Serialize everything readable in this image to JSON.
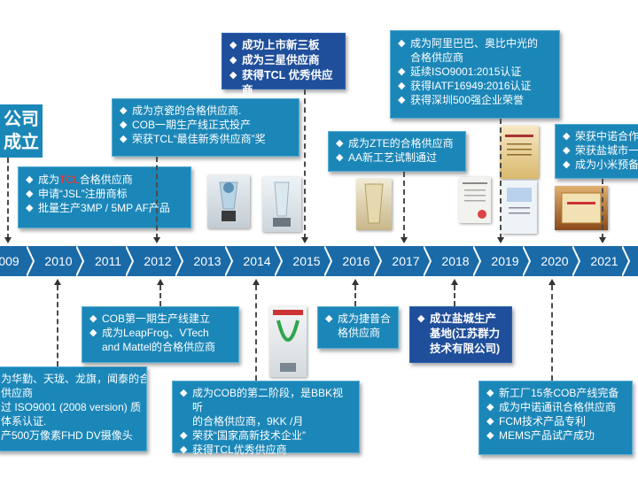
{
  "company_box": {
    "line1": "公司",
    "line2": "成立"
  },
  "years": [
    "009",
    "2010",
    "2011",
    "2012",
    "2013",
    "2014",
    "2015",
    "2016",
    "2017",
    "2018",
    "2019",
    "2020",
    "2021"
  ],
  "top_boxes": {
    "b2010": [
      "成为",
      "TCL",
      "合格供应商",
      "申请“JSL”注册商标",
      "批量生产3MP / 5MP AF产品"
    ],
    "b2012": [
      "成为京瓷的合格供应商.",
      "COB一期生产线正式投产",
      "荣获TCL“最佳新秀供应商”奖"
    ],
    "b2015": [
      "成功上市新三板",
      "成为三星供应商",
      "获得TCL 优秀供应商"
    ],
    "b2017": [
      "成为ZTE的合格供应商",
      "AA新工艺试制通过"
    ],
    "b2019_l1": "成为阿里巴巴、奥比中光的",
    "b2019_l2": "合格供应商",
    "b2019": [
      "延续ISO9001:2015认证",
      "获得IATF16949:2016认证",
      "获得深圳500强企业荣誉"
    ],
    "b2021": [
      "荣获中诺合作",
      "荣获盐城市一",
      "成为小米预备"
    ]
  },
  "bottom_boxes": {
    "b2009_l1": "为华勤、天珑、龙旗，闻泰的合",
    "b2009_l2": "供应商",
    "b2009_l3": "过 ISO9001 (2008 version) 质",
    "b2009_l4": "体系认证.",
    "b2009_l5": "产500万像素FHD DV摄像头",
    "b2012": [
      "COB第一期生产线建立",
      "成为LeapFrog、VTech",
      "and Mattel的合格供应商"
    ],
    "b2014_l1": "成为COB的第二阶段，是BBK视听",
    "b2014_l2": "的合格供应商，9KK /月",
    "b2014": [
      "荣获“国家高新技术企业”",
      "获得TCL优秀供应商"
    ],
    "b2016_l1": "成为捷普合",
    "b2016_l2": "格供应商",
    "b2018_l1": "成立盐城生产",
    "b2018_l2": "基地(江苏群力",
    "b2018_l3": "技术有限公司)",
    "b2020": [
      "新工厂15条COB产线完备",
      "成为中诺通讯合格供应商",
      "FCM技术产品专利",
      "MEMS产品试产成功"
    ]
  },
  "colors": {
    "box": "#1b87b8",
    "dark_box": "#1f4f9a",
    "timeline": "#1a6aa8",
    "highlight": "#ff2a2a"
  }
}
